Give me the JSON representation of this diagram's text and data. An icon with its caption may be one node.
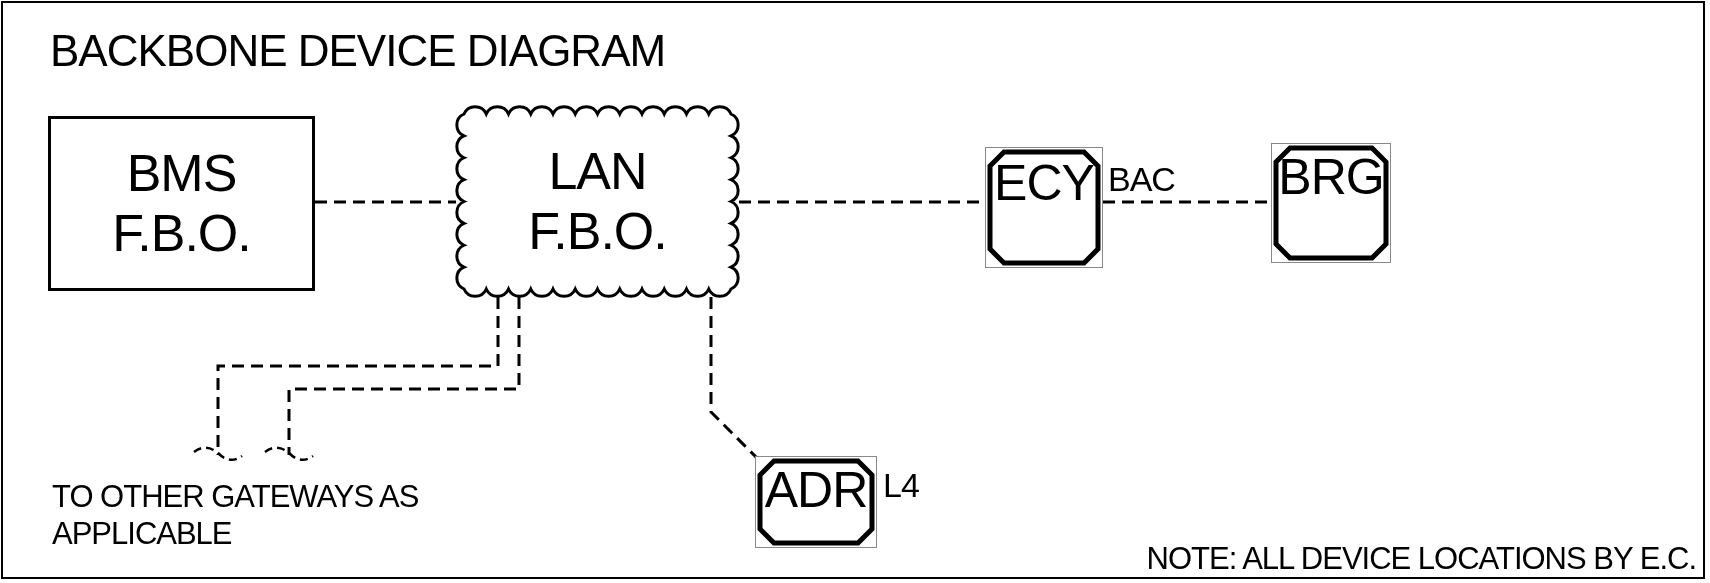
{
  "diagram": {
    "title": "BACKBONE DEVICE DIAGRAM",
    "nodes": [
      {
        "text": [
          "BMS F.B.O."
        ]
      },
      {
        "text": [
          "LAN F.B.O."
        ]
      },
      {
        "text": [
          "ECY"
        ]
      },
      {
        "text": [
          "BRG"
        ]
      },
      {
        "text": [
          "ADR"
        ],
        "beside": [
          "L4"
        ]
      }
    ],
    "edges": [
      {
        "from": 0,
        "to": 1,
        "arrow": "none",
        "style": "dashed"
      },
      {
        "from": 1,
        "to": 2,
        "arrow": "none",
        "style": "dashed"
      },
      {
        "from": 2,
        "to": 3,
        "arrow": "none",
        "style": "dashed",
        "label": "BAC"
      },
      {
        "from": 1,
        "to": 4,
        "arrow": "none",
        "style": "dashed"
      },
      {
        "from": 1,
        "to": null,
        "arrow": "none",
        "style": "dashed"
      },
      {
        "from": 1,
        "to": null,
        "arrow": "none",
        "style": "dashed"
      }
    ],
    "labels": [
      "TO OTHER GATEWAYS AS APPLICABLE",
      "NOTE: ALL DEVICE LOCATIONS BY E.C."
    ]
  }
}
